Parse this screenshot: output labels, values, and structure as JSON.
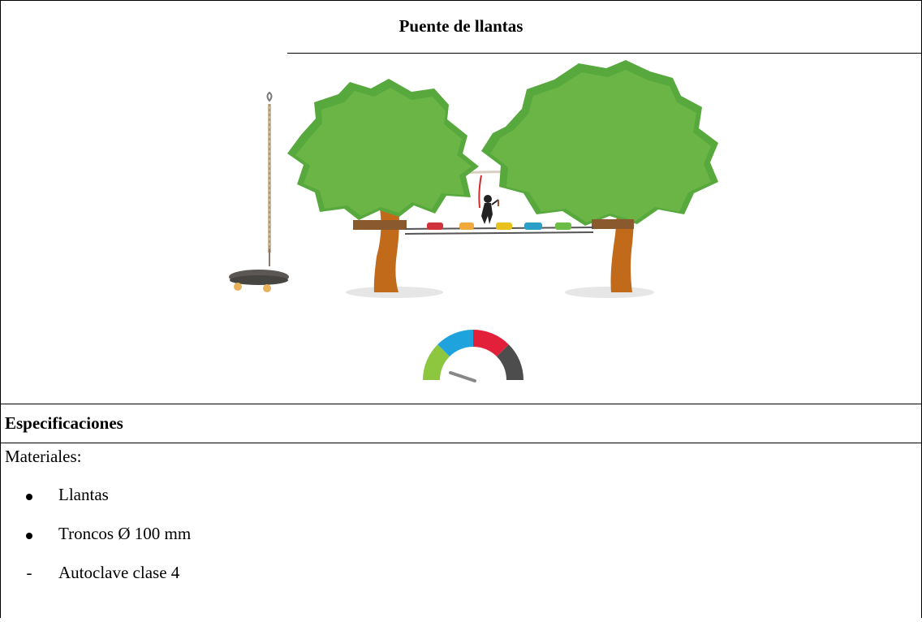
{
  "title": "Puente de llantas",
  "illustration": {
    "description_icons": [
      "tree-icon",
      "rope-swing-icon",
      "tire-bridge-icon",
      "climber-icon",
      "difficulty-gauge-icon"
    ],
    "gauge_colors": [
      "#8dc63f",
      "#1fa3dc",
      "#e2203a",
      "#4d4d4d"
    ],
    "difficulty_level": 0.12
  },
  "specs": {
    "heading": "Especificaciones",
    "materials_label": "Materiales:",
    "items": [
      {
        "marker": "bullet",
        "text": "Llantas"
      },
      {
        "marker": "bullet",
        "text": "Troncos Ø 100 mm"
      },
      {
        "marker": "dash",
        "text": "Autoclave clase 4"
      }
    ]
  }
}
